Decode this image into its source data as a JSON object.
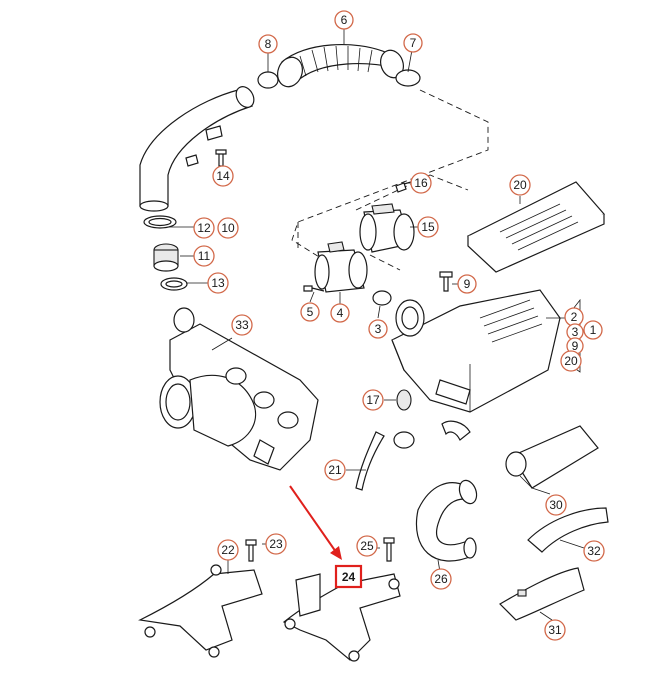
{
  "diagram": {
    "callouts": {
      "p1": "1",
      "p2": "2",
      "p3a": "3",
      "p3b": "3",
      "p4": "4",
      "p5": "5",
      "p6": "6",
      "p7": "7",
      "p8": "8",
      "p9a": "9",
      "p9b": "9",
      "p10": "10",
      "p11": "11",
      "p12": "12",
      "p13": "13",
      "p14": "14",
      "p15": "15",
      "p16": "16",
      "p17": "17",
      "p20a": "20",
      "p20b": "20",
      "p21": "21",
      "p22": "22",
      "p23": "23",
      "p24": "24",
      "p25": "25",
      "p26": "26",
      "p30": "30",
      "p31": "31",
      "p32": "32",
      "p33": "33"
    },
    "highlighted_part": "24",
    "colors": {
      "callout_ring": "#d2694a",
      "highlight": "#e0201c",
      "line": "#1a1a1a"
    }
  }
}
